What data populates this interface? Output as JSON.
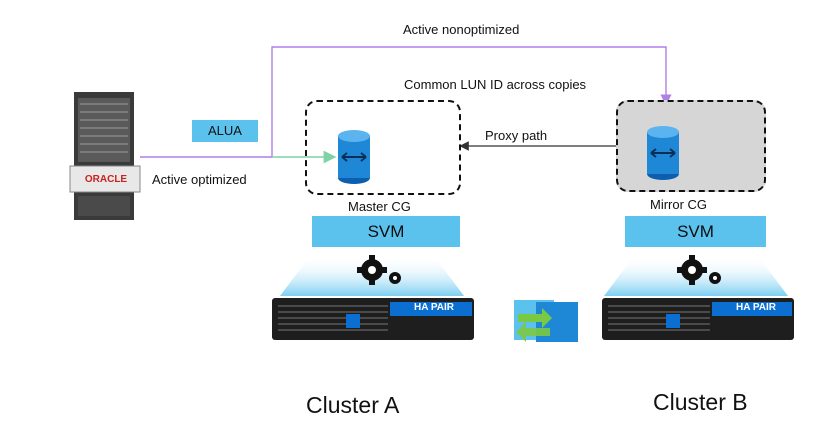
{
  "labels": {
    "active_nonoptimized": "Active nonoptimized",
    "common_lun": "Common LUN ID across copies",
    "proxy_path": "Proxy path",
    "alua": "ALUA",
    "active_optimized": "Active optimized",
    "master_cg": "Master CG",
    "mirror_cg": "Mirror CG",
    "svm_a": "SVM",
    "svm_b": "SVM",
    "cluster_a": "Cluster A",
    "cluster_b": "Cluster B",
    "ha_pair_a": "HA PAIR",
    "ha_pair_b": "HA PAIR",
    "oracle": "ORACLE"
  },
  "colors": {
    "svm_blue": "#5bc2ee",
    "nonoptimized_line": "#b07fe8",
    "optimized_line": "#7dd3a4",
    "proxy_line": "#333333",
    "mirror_fill": "#d6d6d6"
  },
  "icons": [
    "server-icon",
    "lun-cylinder-icon",
    "gears-icon",
    "storage-controller-icon",
    "replication-icon"
  ]
}
